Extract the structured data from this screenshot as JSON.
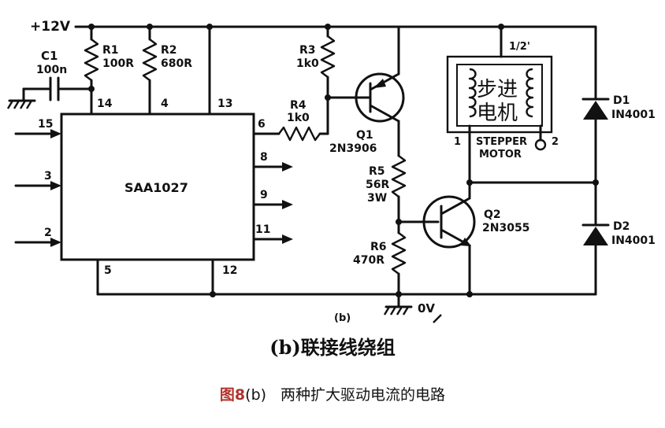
{
  "supply_label": "+12V",
  "ground_label": "0V",
  "components": {
    "c1": {
      "name": "C1",
      "value": "100n"
    },
    "r1": {
      "name": "R1",
      "value": "100R"
    },
    "r2": {
      "name": "R2",
      "value": "680R"
    },
    "r3": {
      "name": "R3",
      "value": "1k0"
    },
    "r4": {
      "name": "R4",
      "value": "1k0"
    },
    "r5": {
      "name": "R5",
      "value": "56R",
      "power": "3W"
    },
    "r6": {
      "name": "R6",
      "value": "470R"
    },
    "q1": {
      "name": "Q1",
      "part": "2N3906"
    },
    "q2": {
      "name": "Q2",
      "part": "2N3055"
    },
    "d1": {
      "name": "D1",
      "part": "IN4001"
    },
    "d2": {
      "name": "D2",
      "part": "IN4001"
    },
    "ic": {
      "name": "SAA1027"
    }
  },
  "ic_pins": {
    "p15": "15",
    "p3": "3",
    "p2": "2",
    "p14": "14",
    "p4": "4",
    "p13": "13",
    "p6": "6",
    "p8": "8",
    "p9": "9",
    "p11": "11",
    "p5": "5",
    "p12": "12"
  },
  "motor": {
    "tap_label": "1/2'",
    "chars_top": "步进",
    "chars_bottom": "电机",
    "label_line1": "STEPPER",
    "label_line2": "MOTOR",
    "pin1": "1",
    "pin2": "2"
  },
  "panel_label": "(b)",
  "subtitle": "(b)联接线绕组",
  "caption": {
    "figure": "图8",
    "part": "(b)",
    "text": "两种扩大驱动电流的电路"
  }
}
